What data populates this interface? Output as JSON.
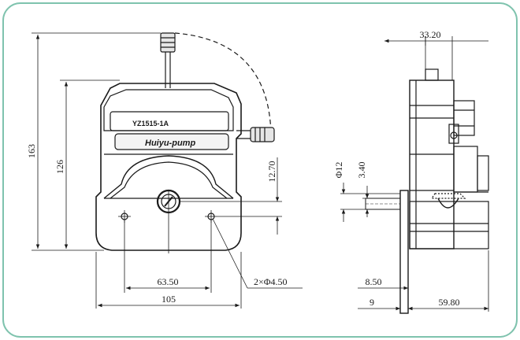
{
  "drawing": {
    "border_color": "#7fc3ae",
    "line_color": "#1a1a1a",
    "model_label": "YZ1515-1A",
    "brand_label": "Huiyu-pump",
    "dimensions": {
      "height_total": "163",
      "height_body": "126",
      "shaft_offset": "12.70",
      "hole_spacing": "63.50",
      "width": "105",
      "hole_callout": "2×Φ4.50",
      "depth_top": "33.20",
      "shaft_diameter": "Φ12",
      "shaft_flat": "3.40",
      "flange_thickness": "8.50",
      "flange_offset": "9",
      "depth_rear": "59.80"
    }
  }
}
